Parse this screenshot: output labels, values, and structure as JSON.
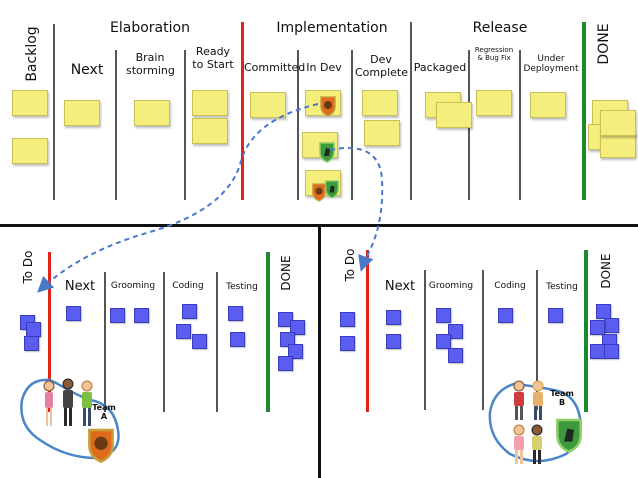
{
  "top_board": {
    "groups": {
      "elaboration": "Elaboration",
      "implementation": "Implementation",
      "release": "Release"
    },
    "columns": {
      "backlog": "Backlog",
      "next": "Next",
      "brainstorming": "Brain storming",
      "ready_to_start": "Ready to Start",
      "committed": "Committed",
      "in_dev": "In Dev",
      "dev_complete": "Dev Complete",
      "packaged": "Packaged",
      "regression_bug_fix": "Regression & Bug Fix",
      "under_deployment": "Under Deployment",
      "done": "DONE"
    }
  },
  "team_a_board": {
    "columns": {
      "todo": "To Do",
      "next": "Next",
      "grooming": "Grooming",
      "coding": "Coding",
      "testing": "Testing",
      "done": "DONE"
    },
    "team_label": "Team A"
  },
  "team_b_board": {
    "columns": {
      "todo": "To Do",
      "next": "Next",
      "grooming": "Grooming",
      "coding": "Coding",
      "testing": "Testing",
      "done": "DONE"
    },
    "team_label": "Team B"
  },
  "colors": {
    "sticky": "#f4ee7c",
    "card": "#5b5df0",
    "wip_line": "#e2231a",
    "done_line": "#1c8a2c",
    "arrow": "#4a78c8",
    "team_outline": "#4a86c8"
  },
  "icons": {
    "shield_a": "lion-shield-icon",
    "shield_b": "horse-shield-icon"
  }
}
